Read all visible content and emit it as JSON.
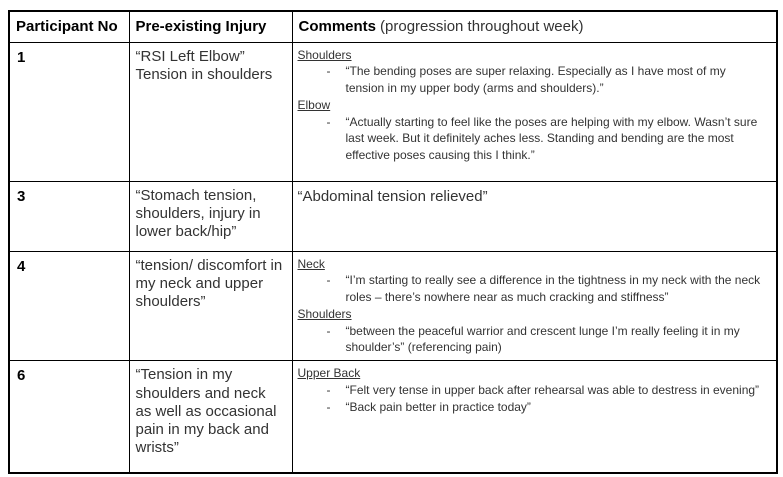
{
  "table": {
    "border_color": "#000000",
    "text_color": "#333333",
    "bold_text_color": "#000000",
    "header": {
      "participant": "Participant No",
      "injury": "Pre-existing Injury",
      "comments_title": "Comments",
      "comments_subtitle": "(progression throughout week)"
    },
    "rows": [
      {
        "participant": "1",
        "injury": "“RSI Left Elbow”\nTension in shoulders",
        "comments": [
          {
            "type": "heading",
            "text": "Shoulders"
          },
          {
            "type": "bullet",
            "text": "“The bending poses are super relaxing. Especially as I have most of my tension in my upper body (arms and shoulders).”"
          },
          {
            "type": "heading",
            "text": "Elbow"
          },
          {
            "type": "bullet",
            "text": "“Actually starting to feel like the poses are helping with my elbow. Wasn’t sure last week. But it definitely aches less. Standing and bending are the most effective poses causing this I think.”"
          }
        ]
      },
      {
        "participant": "3",
        "injury": "“Stomach tension, shoulders, injury in lower back/hip”",
        "comments": [
          {
            "type": "plain",
            "text": "“Abdominal tension relieved”"
          }
        ]
      },
      {
        "participant": "4",
        "injury": "“tension/ discomfort in my neck and upper shoulders”",
        "comments": [
          {
            "type": "heading",
            "text": "Neck"
          },
          {
            "type": "bullet",
            "text": "“I’m starting to really see a difference in the tightness in my neck with the neck roles – there’s nowhere near as much cracking and stiffness”"
          },
          {
            "type": "heading",
            "text": "Shoulders"
          },
          {
            "type": "bullet",
            "text": "“between the peaceful warrior and crescent lunge I’m really feeling it in my shoulder’s” (referencing pain)"
          }
        ]
      },
      {
        "participant": "6",
        "injury": "“Tension in my shoulders and neck as well as occasional pain in my back and wrists”",
        "comments": [
          {
            "type": "heading",
            "text": "Upper Back"
          },
          {
            "type": "bullet",
            "text": "“Felt very tense in upper back after rehearsal was able to destress in evening”"
          },
          {
            "type": "bullet",
            "text": "“Back pain better in practice today”"
          }
        ]
      }
    ]
  }
}
